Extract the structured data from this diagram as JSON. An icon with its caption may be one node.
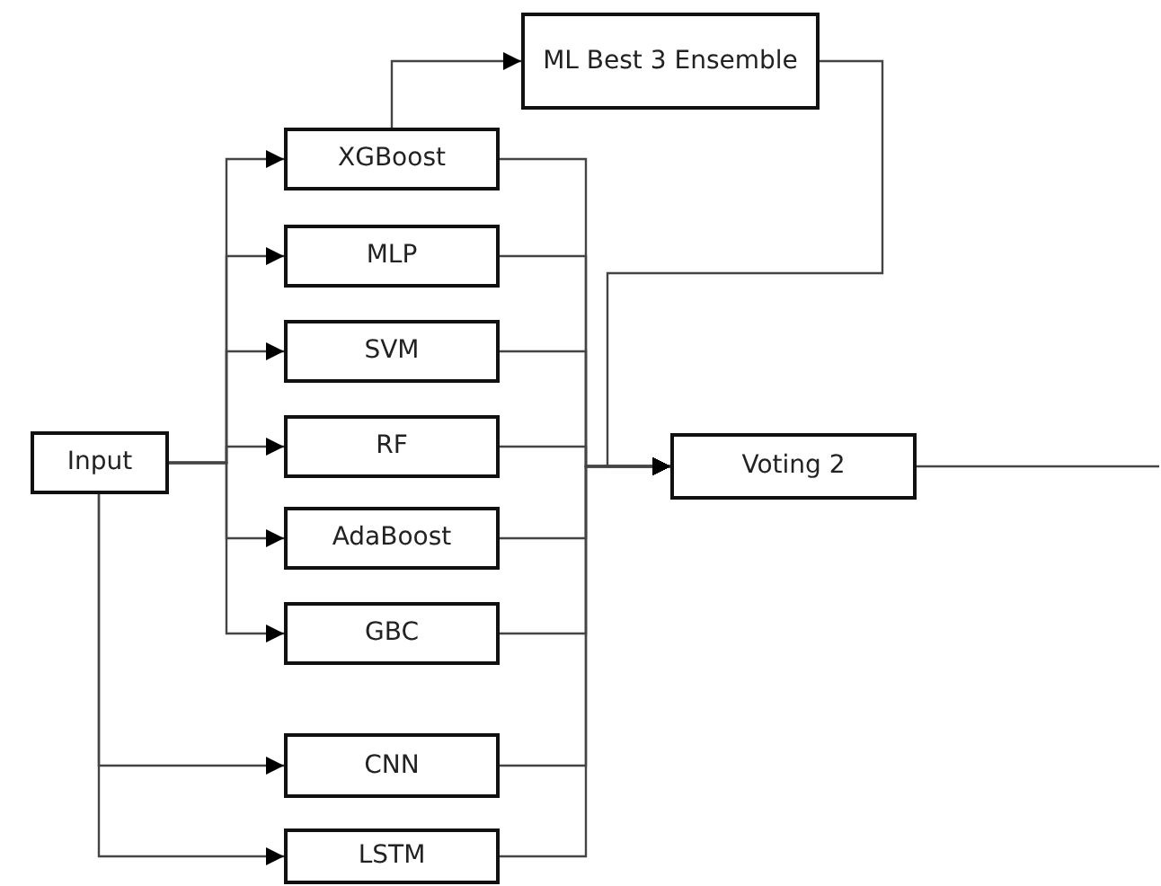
{
  "diagram": {
    "nodes": [
      {
        "text": [
          "ML Best 3 Ensemble"
        ]
      },
      {
        "text": [
          "XGBoost"
        ]
      },
      {
        "text": [
          "MLP"
        ]
      },
      {
        "text": [
          "SVM"
        ]
      },
      {
        "text": [
          "RF"
        ]
      },
      {
        "text": [
          "AdaBoost"
        ]
      },
      {
        "text": [
          "GBC"
        ]
      },
      {
        "text": [
          "CNN"
        ]
      },
      {
        "text": [
          "LSTM"
        ]
      },
      {
        "text": [
          "Input"
        ]
      },
      {
        "text": [
          "Voting 2"
        ]
      }
    ],
    "edges": [
      {
        "from": 9,
        "to": 1,
        "arrow": "to"
      },
      {
        "from": 9,
        "to": 2,
        "arrow": "to"
      },
      {
        "from": 9,
        "to": 3,
        "arrow": "to"
      },
      {
        "from": 9,
        "to": 4,
        "arrow": "to"
      },
      {
        "from": 9,
        "to": 5,
        "arrow": "to"
      },
      {
        "from": 9,
        "to": 6,
        "arrow": "to"
      },
      {
        "from": 9,
        "to": 7,
        "arrow": "to"
      },
      {
        "from": 9,
        "to": 8,
        "arrow": "to"
      },
      {
        "from": 1,
        "to": 0,
        "arrow": "to"
      },
      {
        "from": 1,
        "to": 10,
        "arrow": "to"
      },
      {
        "from": 2,
        "to": 10,
        "arrow": "to"
      },
      {
        "from": 3,
        "to": 10,
        "arrow": "to"
      },
      {
        "from": 4,
        "to": 10,
        "arrow": "to"
      },
      {
        "from": 5,
        "to": 10,
        "arrow": "to"
      },
      {
        "from": 6,
        "to": 10,
        "arrow": "to"
      },
      {
        "from": 7,
        "to": 10,
        "arrow": "to"
      },
      {
        "from": 8,
        "to": 10,
        "arrow": "to"
      },
      {
        "from": 0,
        "to": 10,
        "arrow": "to"
      },
      {
        "from": 10,
        "to": null,
        "arrow": "none"
      }
    ]
  }
}
